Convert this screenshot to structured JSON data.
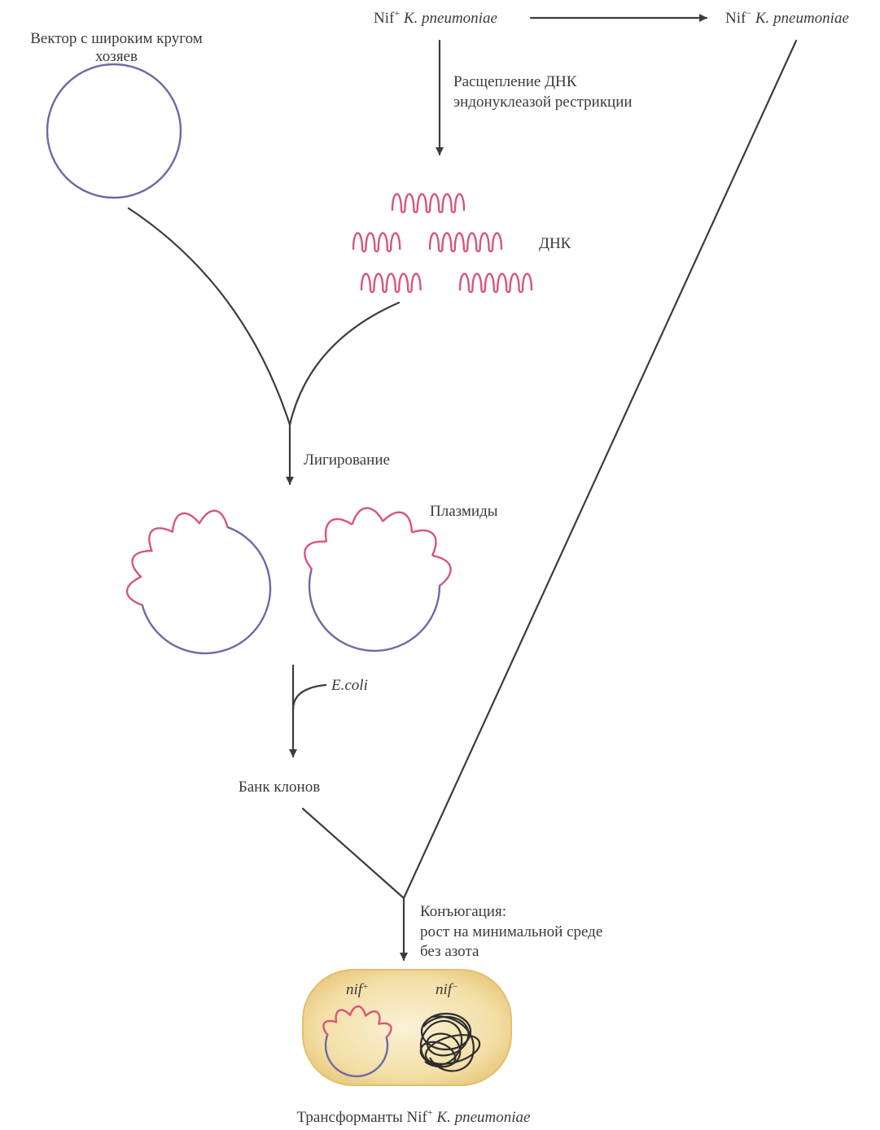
{
  "colors": {
    "vector": "#6b6aa6",
    "dna": "#d8557a",
    "line": "#3c3c3c",
    "cell_fill": "#f3dfa6",
    "cell_edge": "#e8c77a"
  },
  "labels": {
    "vector_line1": "Вектор с широким кругом",
    "vector_line2": "хозяев",
    "source_prefix": "Nif",
    "source_sup": "+",
    "source_species": "K. pneumoniae",
    "target_prefix": "Nif",
    "target_sup": "−",
    "target_species": "K. pneumoniae",
    "digest_line1": "Расщепление ДНК",
    "digest_line2": "эндонуклеазой рестрикции",
    "dna": "ДНК",
    "ligation": "Лигирование",
    "plasmids": "Плазмиды",
    "ecoli": "E.coli",
    "clone_bank": "Банк клонов",
    "conj_line1": "Конъюгация:",
    "conj_line2": "рост на минимальной среде",
    "conj_line3": "без азота",
    "nif_plus_base": "nif",
    "nif_plus_sup": "+",
    "nif_minus_base": "nif",
    "nif_minus_sup": "−",
    "transformants_prefix": "Трансформанты Nif",
    "transformants_sup": "+",
    "transformants_species": "K. pneumoniae"
  }
}
